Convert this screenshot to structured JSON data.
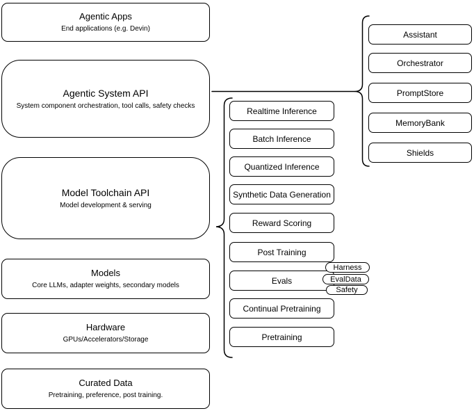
{
  "diagram": {
    "left_stack": [
      {
        "title": "Agentic Apps",
        "subtitle": "End applications (e.g. Devin)"
      },
      {
        "title": "Agentic System API",
        "subtitle": "System component orchestration, tool calls, safety checks"
      },
      {
        "title": "Model Toolchain API",
        "subtitle": "Model development & serving"
      },
      {
        "title": "Models",
        "subtitle": "Core LLMs, adapter weights, secondary models"
      },
      {
        "title": "Hardware",
        "subtitle": "GPUs/Accelerators/Storage"
      },
      {
        "title": "Curated Data",
        "subtitle": "Pretraining, preference, post training."
      }
    ],
    "toolchain_items": [
      "Realtime Inference",
      "Batch Inference",
      "Quantized Inference",
      "Synthetic Data Generation",
      "Reward Scoring",
      "Post Training",
      "Evals",
      "Continual Pretraining",
      "Pretraining"
    ],
    "eval_tags": [
      "Harness",
      "EvalData",
      "Safety"
    ],
    "system_items": [
      "Assistant",
      "Orchestrator",
      "PromptStore",
      "MemoryBank",
      "Shields"
    ],
    "colors": {
      "stroke": "#000000",
      "fill": "#ffffff",
      "text": "#000000"
    }
  }
}
